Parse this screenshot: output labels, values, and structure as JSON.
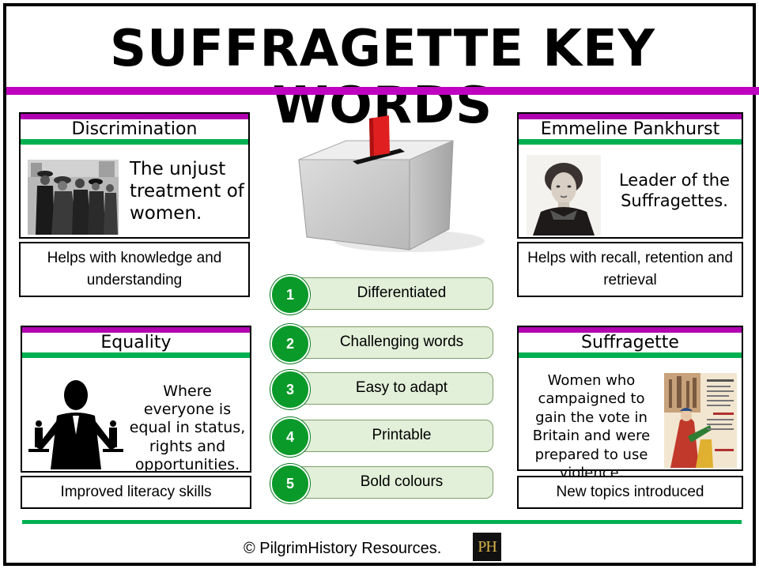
{
  "title": "SUFFRAGETTE KEY WORDS",
  "colors": {
    "purple": "#c000c0",
    "green": "#00b050",
    "pill_fill": "#e2efd9",
    "number_fill": "#0a9a2a"
  },
  "cards": {
    "discrimination": {
      "name": "Discrimination",
      "definition": "The unjust treatment of women.",
      "image": "suffragette-arrest-photo"
    },
    "pankhurst": {
      "name": "Emmeline Pankhurst",
      "definition": "Leader of the Suffragettes.",
      "image": "emmeline-pankhurst-portrait"
    },
    "equality": {
      "name": "Equality",
      "definition": "Where everyone is equal in status, rights and opportunities.",
      "image": "balance-businessman-silhouette"
    },
    "suffragette": {
      "name": "Suffragette",
      "definition": "Women who campaigned to gain the vote in Britain and were prepared to use violence.",
      "image": "suffragette-poster"
    }
  },
  "info": {
    "top_left": "Helps with knowledge and understanding",
    "top_right": "Helps with recall, retention and retrieval",
    "bottom_left": "Improved literacy skills",
    "bottom_right": "New topics introduced"
  },
  "features": [
    {
      "num": "1",
      "label": "Differentiated"
    },
    {
      "num": "2",
      "label": "Challenging words"
    },
    {
      "num": "3",
      "label": "Easy to adapt"
    },
    {
      "num": "4",
      "label": "Printable"
    },
    {
      "num": "5",
      "label": "Bold colours"
    }
  ],
  "footer": {
    "credit": "© PilgrimHistory Resources.",
    "logo": "PH"
  },
  "icons": {
    "ballot": "ballot-box-icon"
  }
}
